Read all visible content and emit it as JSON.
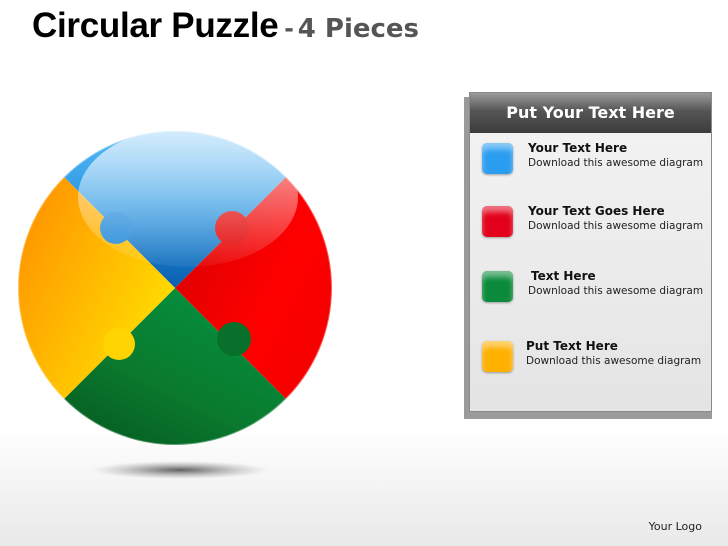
{
  "title": {
    "main": "Circular Puzzle",
    "dash": "-",
    "sub": "4 Pieces"
  },
  "puzzle": {
    "pieces": [
      {
        "name": "blue-piece",
        "color": "#1e90e0"
      },
      {
        "name": "red-piece",
        "color": "#e00000"
      },
      {
        "name": "green-piece",
        "color": "#008c3a"
      },
      {
        "name": "yellow-piece",
        "color": "#ffd200"
      }
    ]
  },
  "panel": {
    "header": "Put Your Text Here",
    "items": [
      {
        "title": "Your Text Here",
        "desc": "Download this awesome diagram",
        "color": "#2a9df0"
      },
      {
        "title": "Your Text Goes Here",
        "desc": "Download this awesome diagram",
        "color": "#e2001a"
      },
      {
        "title": "Text Here",
        "desc": "Download this awesome diagram",
        "color": "#0a8a3a"
      },
      {
        "title": "Put Text Here",
        "desc": "Download this awesome diagram",
        "color": "#ffb000"
      }
    ]
  },
  "footer": {
    "logo": "Your Logo"
  }
}
